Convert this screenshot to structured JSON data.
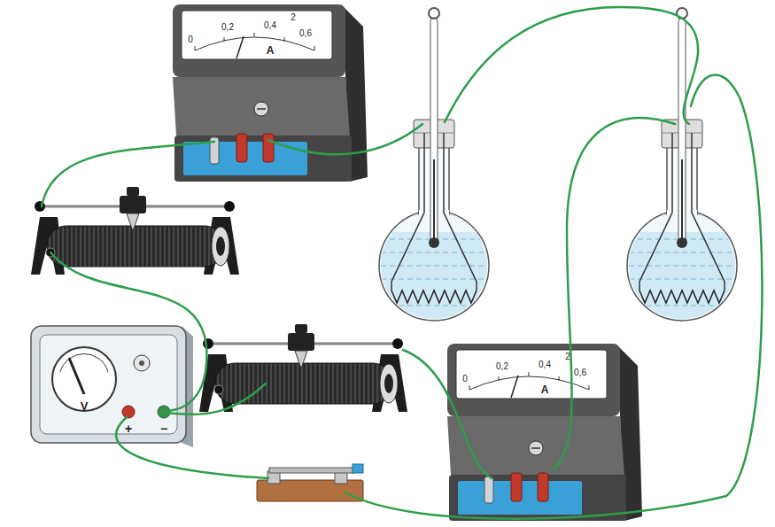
{
  "diagram": {
    "labels": [
      "0",
      "0,2",
      "0,4",
      "0,6",
      "2",
      "A",
      "V",
      "+",
      "−",
      "0",
      "0,2",
      "0,4",
      "0,6",
      "2",
      "A"
    ]
  }
}
